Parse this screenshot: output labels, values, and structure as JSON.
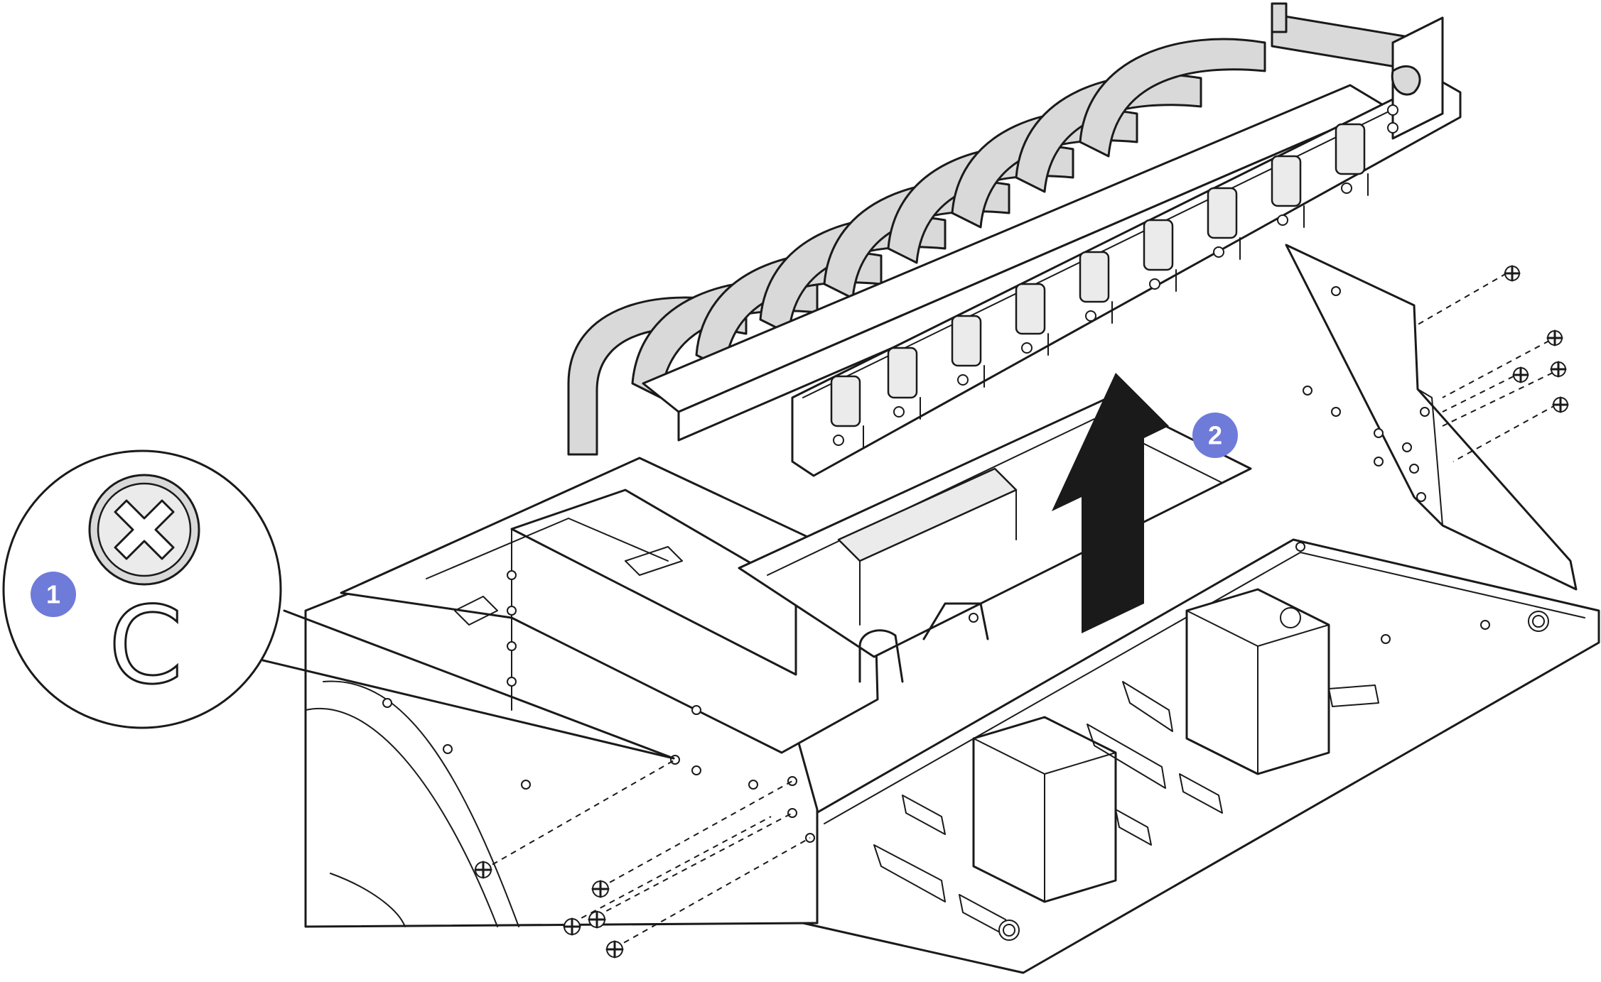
{
  "figure": {
    "description_free": true,
    "colors": {
      "callout_badge": "#6f7bd9",
      "outline": "#1a1a1a",
      "hose_fill": "#d9d9d9",
      "arrow": "#000000",
      "background": "#ffffff"
    }
  },
  "callouts": [
    {
      "label": "1"
    },
    {
      "label": "2"
    }
  ],
  "inset": {
    "screw_head_icon": "phillips-cross-icon",
    "screw_type_letter": "C"
  },
  "arrow": {
    "direction": "up",
    "icon": "lift-arrow-icon"
  }
}
